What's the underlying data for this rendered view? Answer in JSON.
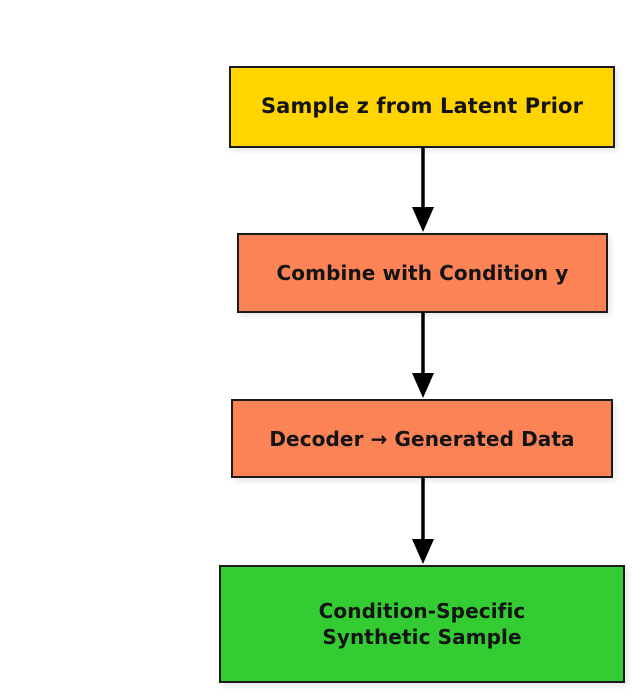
{
  "diagram": {
    "type": "flowchart",
    "orientation": "top-to-bottom",
    "background_color": "#ffffff",
    "nodes": [
      {
        "id": "sample",
        "label": "Sample z from Latent Prior",
        "fill_color": "#ffd400",
        "border_color": "#1a1a1a",
        "text_color": "#141414",
        "shape": "rectangle"
      },
      {
        "id": "combine",
        "label": "Combine with Condition y",
        "fill_color": "#fb8355",
        "border_color": "#1a1a1a",
        "text_color": "#141414",
        "shape": "rectangle"
      },
      {
        "id": "decoder",
        "label": "Decoder → Generated Data",
        "fill_color": "#fb8355",
        "border_color": "#1a1a1a",
        "text_color": "#141414",
        "shape": "rectangle"
      },
      {
        "id": "output",
        "label_line1": "Condition-Specific",
        "label_line2": "Synthetic Sample",
        "fill_color": "#33cc33",
        "border_color": "#1a1a1a",
        "text_color": "#141414",
        "shape": "rectangle"
      }
    ],
    "edges": [
      {
        "id": "edge-1",
        "from": "sample",
        "to": "combine",
        "style": "solid-arrow",
        "color": "#000000",
        "label": ""
      },
      {
        "id": "edge-2",
        "from": "combine",
        "to": "decoder",
        "style": "solid-arrow",
        "color": "#000000",
        "label": ""
      },
      {
        "id": "edge-3",
        "from": "decoder",
        "to": "output",
        "style": "solid-arrow",
        "color": "#000000",
        "label": ""
      }
    ]
  }
}
